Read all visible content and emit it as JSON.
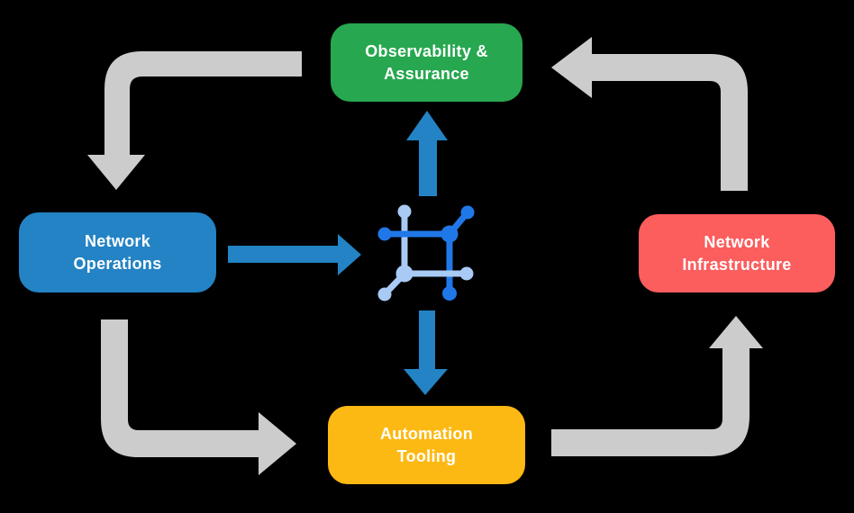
{
  "colors": {
    "background": "#000000",
    "arrow_gray": "#cccccc",
    "arrow_blue": "#2383c4",
    "icon_dark": "#2078e8",
    "icon_light": "#a9caf5",
    "label_text": "#ffffff"
  },
  "nodes": {
    "observability": {
      "label": "Observability &\nAssurance",
      "color": "#27a74f"
    },
    "operations": {
      "label": "Network\nOperations",
      "color": "#2383c4"
    },
    "infrastructure": {
      "label": "Network\nInfrastructure",
      "color": "#fc5d5d"
    },
    "automation": {
      "label": "Automation\nTooling",
      "color": "#fdb913"
    }
  },
  "icons": {
    "center": "network-mesh-icon"
  }
}
